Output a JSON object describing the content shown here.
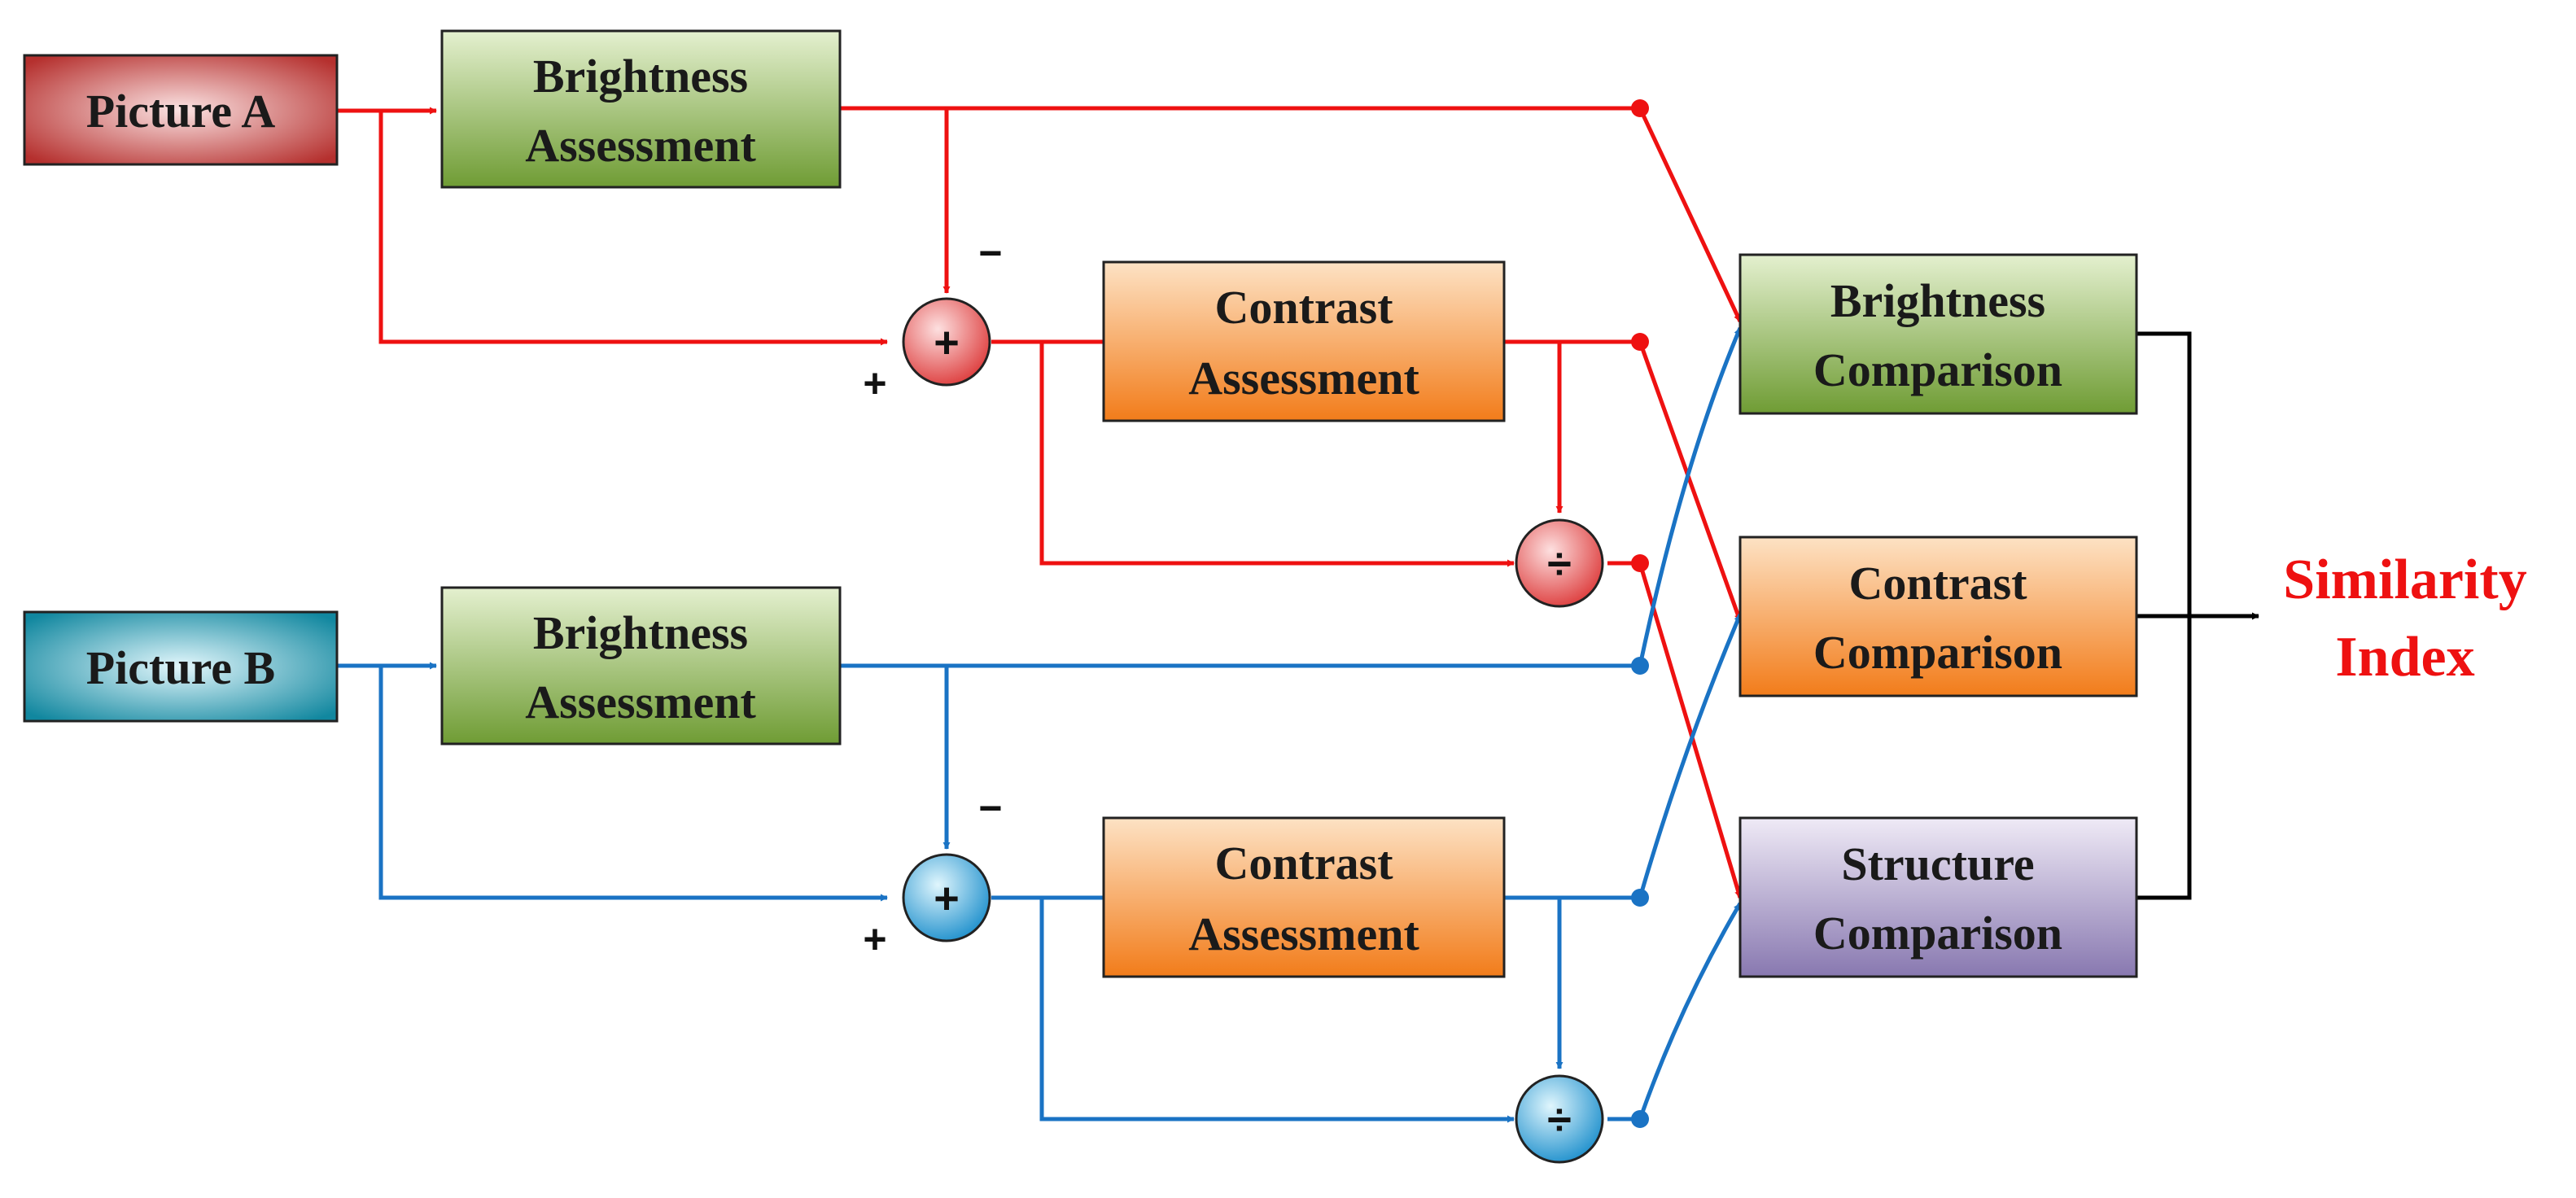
{
  "colors": {
    "red": "#ee1111",
    "blue": "#1a73c4",
    "black": "#000000",
    "green_box": "#7aa83c",
    "orange_box": "#f58a2a",
    "purple_box": "#9b8bbd",
    "picture_a": "#b8302f",
    "picture_b": "#168bb0",
    "output_text": "#ee1111"
  },
  "inputs": {
    "picture_a": "Picture A",
    "picture_b": "Picture B"
  },
  "branch_a": {
    "brightness": [
      "Brightness",
      "Assessment"
    ],
    "contrast": [
      "Contrast",
      "Assessment"
    ],
    "adder_symbol": "+",
    "minus_sign": "−",
    "plus_sign": "+",
    "divider_symbol": "÷"
  },
  "branch_b": {
    "brightness": [
      "Brightness",
      "Assessment"
    ],
    "contrast": [
      "Contrast",
      "Assessment"
    ],
    "adder_symbol": "+",
    "minus_sign": "−",
    "plus_sign": "+",
    "divider_symbol": "÷"
  },
  "comparisons": {
    "brightness": [
      "Brightness",
      "Comparison"
    ],
    "contrast": [
      "Contrast",
      "Comparison"
    ],
    "structure": [
      "Structure",
      "Comparison"
    ]
  },
  "output": [
    "Similarity",
    "Index"
  ]
}
